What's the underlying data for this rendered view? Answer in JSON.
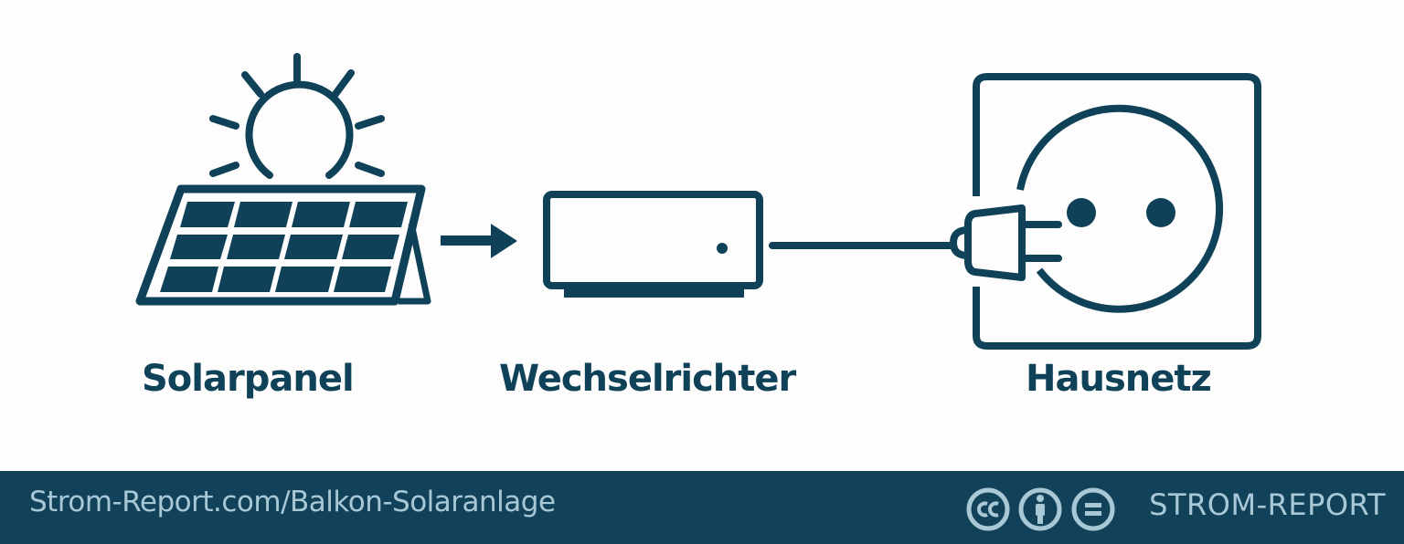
{
  "diagram": {
    "nodes": [
      {
        "id": "solarpanel",
        "label": "Solarpanel",
        "icon": "solar-panel-with-sun-icon"
      },
      {
        "id": "wechselrichter",
        "label": "Wechselrichter",
        "icon": "inverter-box-icon"
      },
      {
        "id": "hausnetz",
        "label": "Hausnetz",
        "icon": "wall-socket-with-plug-icon"
      }
    ],
    "edges": [
      {
        "from": "solarpanel",
        "to": "wechselrichter",
        "style": "arrow"
      },
      {
        "from": "wechselrichter",
        "to": "hausnetz",
        "style": "cable"
      }
    ]
  },
  "colors": {
    "primary": "#0f4259",
    "footer_bg": "#12425a",
    "footer_text": "#a9c8d6",
    "background": "#fdfdfd"
  },
  "footer": {
    "url": "Strom-Report.com/Balkon-Solaranlage",
    "license_icons": [
      "cc-icon",
      "attribution-icon",
      "no-derivatives-icon"
    ],
    "brand": "STROM-REPORT"
  }
}
